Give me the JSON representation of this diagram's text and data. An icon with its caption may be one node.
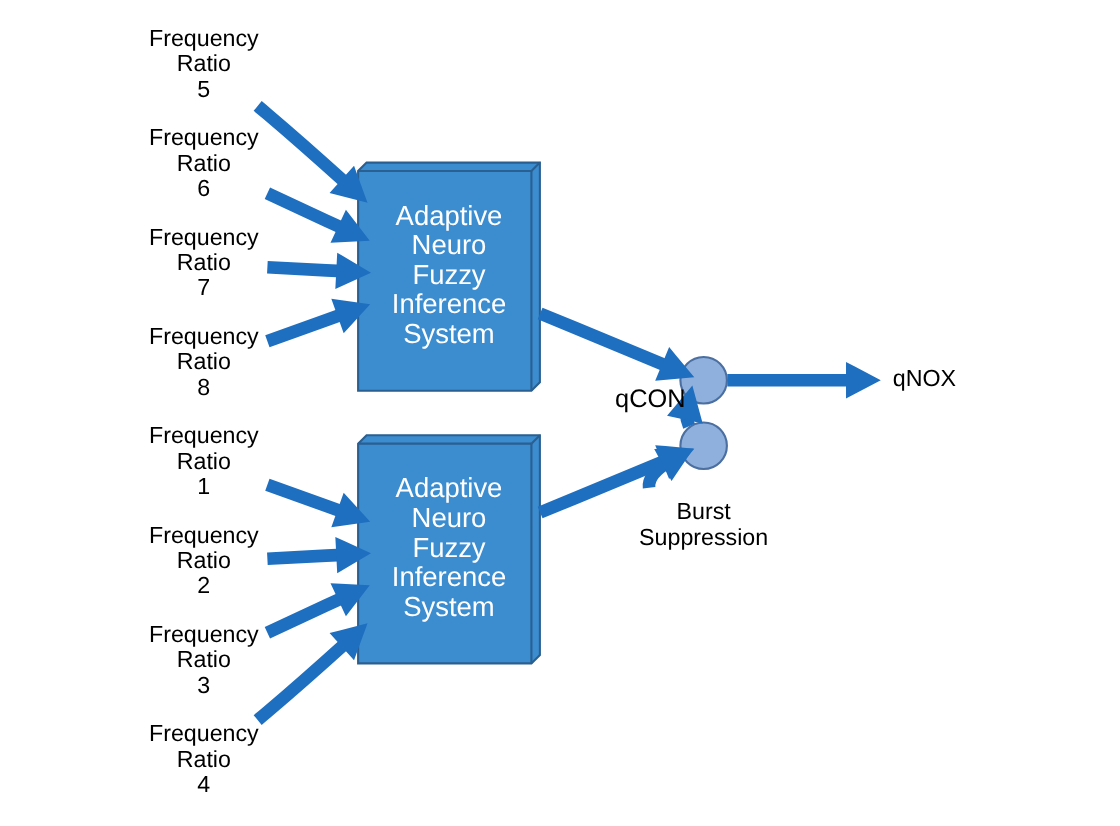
{
  "diagram": {
    "nodes": [
      {
        "text": [
          "Frequency Ratio 5"
        ]
      },
      {
        "text": [
          "Frequency Ratio 6"
        ]
      },
      {
        "text": [
          "Frequency Ratio 7"
        ]
      },
      {
        "text": [
          "Frequency Ratio 8"
        ]
      },
      {
        "text": [
          "Adaptive Neuro Fuzzy Inference System"
        ]
      },
      {
        "text": [
          "Frequency Ratio 1"
        ]
      },
      {
        "text": [
          "Frequency Ratio 2"
        ]
      },
      {
        "text": [
          "Frequency Ratio 3"
        ]
      },
      {
        "text": [
          "Frequency Ratio 4"
        ]
      },
      {
        "text": [
          "Adaptive Neuro Fuzzy Inference System"
        ]
      },
      {
        "text": [],
        "shape": "circle"
      },
      {
        "text": [
          "qNOX"
        ]
      },
      {
        "text": [],
        "shape": "circle"
      },
      {
        "text": [
          "Burst Suppression"
        ]
      }
    ],
    "edges": [
      {
        "from": 0,
        "to": 4,
        "arrow": "to"
      },
      {
        "from": 1,
        "to": 4,
        "arrow": "to"
      },
      {
        "from": 2,
        "to": 4,
        "arrow": "to"
      },
      {
        "from": 3,
        "to": 4,
        "arrow": "to"
      },
      {
        "from": 5,
        "to": 9,
        "arrow": "to"
      },
      {
        "from": 6,
        "to": 9,
        "arrow": "to"
      },
      {
        "from": 7,
        "to": 9,
        "arrow": "to"
      },
      {
        "from": 8,
        "to": 9,
        "arrow": "to"
      },
      {
        "from": 4,
        "to": 10,
        "arrow": "to"
      },
      {
        "from": 10,
        "to": 11,
        "arrow": "to"
      },
      {
        "from": 9,
        "to": 12,
        "arrow": "to"
      },
      {
        "from": 12,
        "to": 10,
        "arrow": "to",
        "label": "qCON"
      },
      {
        "from": 13,
        "to": 12,
        "arrow": "to"
      }
    ]
  }
}
